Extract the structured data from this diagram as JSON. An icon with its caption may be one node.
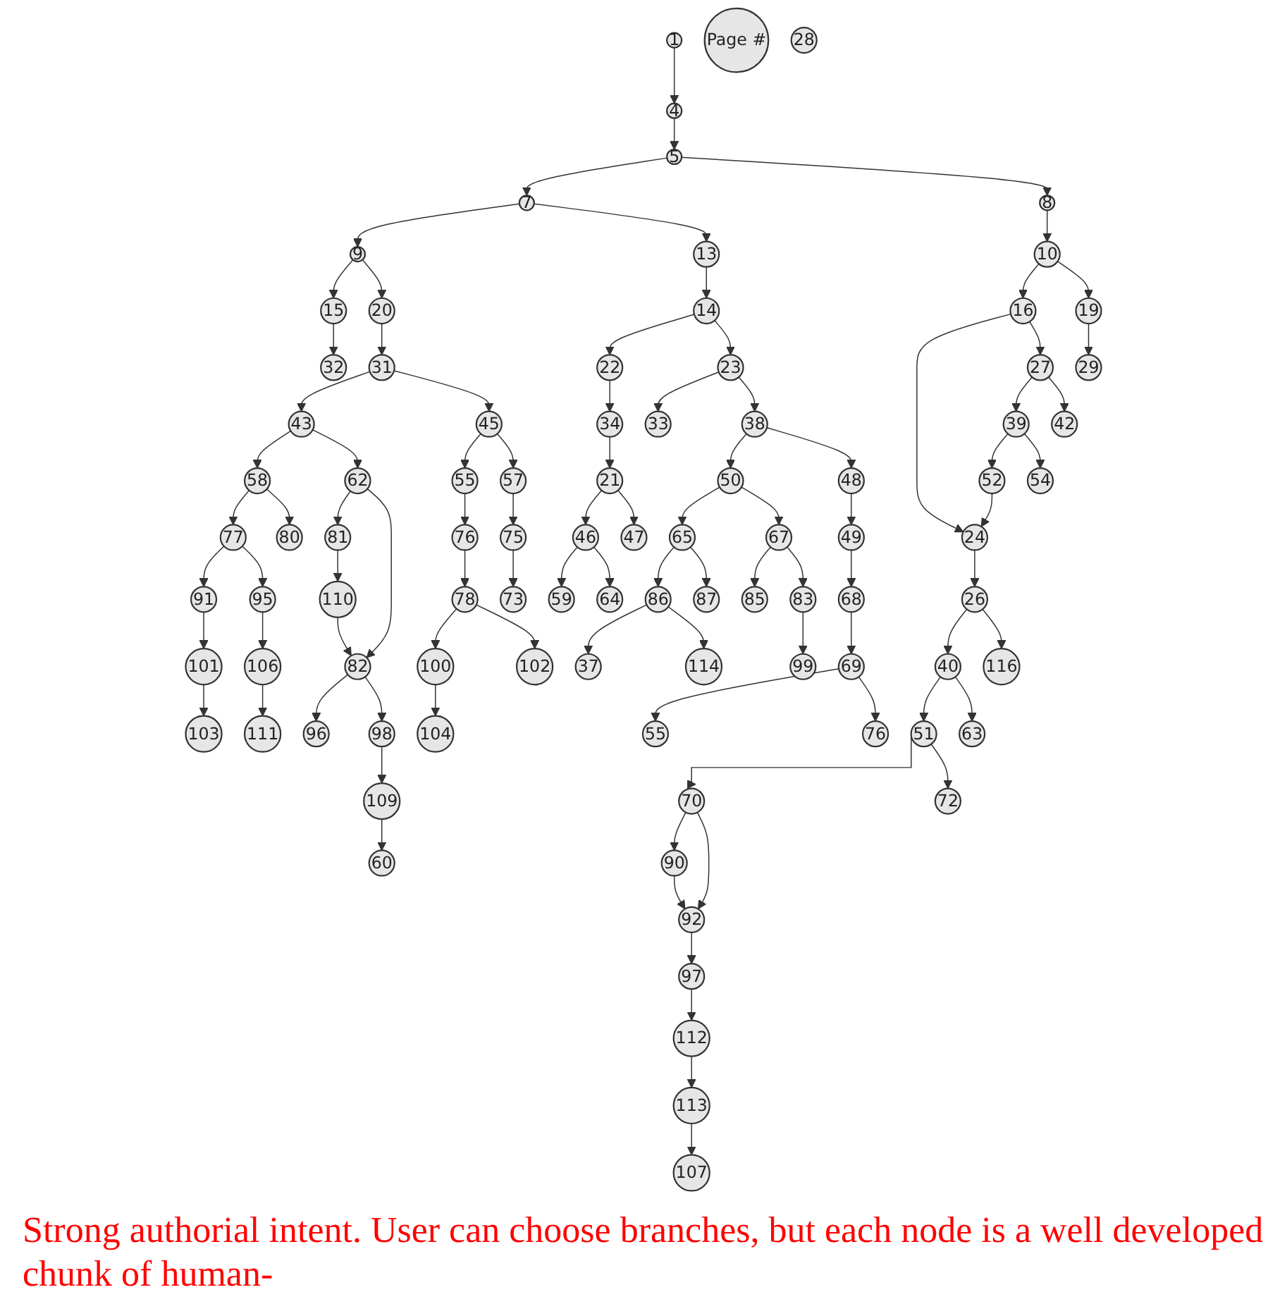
{
  "diagram": {
    "caption": "Strong authorial intent. User can choose branches, but each node is a well developed chunk of human-",
    "nodes": [
      {
        "text": [
          "1"
        ]
      },
      {
        "text": [
          "4"
        ]
      },
      {
        "text": [
          "5"
        ]
      },
      {
        "text": [
          "7"
        ]
      },
      {
        "text": [
          "8"
        ]
      },
      {
        "text": [
          "9"
        ]
      },
      {
        "text": [
          "13"
        ]
      },
      {
        "text": [
          "10"
        ]
      },
      {
        "text": [
          "15"
        ]
      },
      {
        "text": [
          "20"
        ]
      },
      {
        "text": [
          "14"
        ]
      },
      {
        "text": [
          "16"
        ]
      },
      {
        "text": [
          "19"
        ]
      },
      {
        "text": [
          "32"
        ]
      },
      {
        "text": [
          "31"
        ]
      },
      {
        "text": [
          "22"
        ]
      },
      {
        "text": [
          "23"
        ]
      },
      {
        "text": [
          "24"
        ]
      },
      {
        "text": [
          "27"
        ]
      },
      {
        "text": [
          "28"
        ]
      },
      {
        "text": [
          "29"
        ]
      },
      {
        "text": [
          "43"
        ]
      },
      {
        "text": [
          "45"
        ]
      },
      {
        "text": [
          "34"
        ]
      },
      {
        "text": [
          "33"
        ]
      },
      {
        "text": [
          "38"
        ]
      },
      {
        "text": [
          "26"
        ]
      },
      {
        "text": [
          "39"
        ]
      },
      {
        "text": [
          "42"
        ]
      },
      {
        "text": [
          "58"
        ]
      },
      {
        "text": [
          "62"
        ]
      },
      {
        "text": [
          "55"
        ]
      },
      {
        "text": [
          "57"
        ]
      },
      {
        "text": [
          "21"
        ]
      },
      {
        "text": [
          "50"
        ]
      },
      {
        "text": [
          "48"
        ]
      },
      {
        "text": [
          "40"
        ]
      },
      {
        "text": [
          "116"
        ]
      },
      {
        "text": [
          "52"
        ]
      },
      {
        "text": [
          "54"
        ]
      },
      {
        "text": [
          "77"
        ]
      },
      {
        "text": [
          "80"
        ]
      },
      {
        "text": [
          "81"
        ]
      },
      {
        "text": [
          "82"
        ]
      },
      {
        "text": [
          "76"
        ]
      },
      {
        "text": [
          "75"
        ]
      },
      {
        "text": [
          "46"
        ]
      },
      {
        "text": [
          "47"
        ]
      },
      {
        "text": [
          "65"
        ]
      },
      {
        "text": [
          "67"
        ]
      },
      {
        "text": [
          "49"
        ]
      },
      {
        "text": [
          "51"
        ]
      },
      {
        "text": [
          "63"
        ]
      },
      {
        "text": [
          "91"
        ]
      },
      {
        "text": [
          "95"
        ]
      },
      {
        "text": [
          "110"
        ]
      },
      {
        "text": [
          "96"
        ]
      },
      {
        "text": [
          "98"
        ]
      },
      {
        "text": [
          "78"
        ]
      },
      {
        "text": [
          "73"
        ]
      },
      {
        "text": [
          "59"
        ]
      },
      {
        "text": [
          "64"
        ]
      },
      {
        "text": [
          "86"
        ]
      },
      {
        "text": [
          "87"
        ]
      },
      {
        "text": [
          "85"
        ]
      },
      {
        "text": [
          "83"
        ]
      },
      {
        "text": [
          "68"
        ]
      },
      {
        "text": [
          "70"
        ]
      },
      {
        "text": [
          "72"
        ]
      },
      {
        "text": [
          "101"
        ]
      },
      {
        "text": [
          "106"
        ]
      },
      {
        "text": [
          "109"
        ]
      },
      {
        "text": [
          "100"
        ]
      },
      {
        "text": [
          "102"
        ]
      },
      {
        "text": [
          "37"
        ]
      },
      {
        "text": [
          "114"
        ]
      },
      {
        "text": [
          "99"
        ]
      },
      {
        "text": [
          "69"
        ]
      },
      {
        "text": [
          "90"
        ]
      },
      {
        "text": [
          "92"
        ]
      },
      {
        "text": [
          "103"
        ]
      },
      {
        "text": [
          "111"
        ]
      },
      {
        "text": [
          "60"
        ]
      },
      {
        "text": [
          "104"
        ]
      },
      {
        "text": [
          "55"
        ]
      },
      {
        "text": [
          "76"
        ]
      },
      {
        "text": [
          "97"
        ]
      },
      {
        "text": [
          "Page #"
        ]
      },
      {
        "text": [
          "112"
        ]
      },
      {
        "text": [
          "113"
        ]
      },
      {
        "text": [
          "107"
        ]
      }
    ],
    "edges": [
      {
        "from": 0,
        "to": 1,
        "arrow": "to"
      },
      {
        "from": 1,
        "to": 2,
        "arrow": "to"
      },
      {
        "from": 2,
        "to": 3,
        "arrow": "to"
      },
      {
        "from": 2,
        "to": 4,
        "arrow": "to"
      },
      {
        "from": 3,
        "to": 5,
        "arrow": "to"
      },
      {
        "from": 3,
        "to": 6,
        "arrow": "to"
      },
      {
        "from": 4,
        "to": 7,
        "arrow": "to"
      },
      {
        "from": 5,
        "to": 8,
        "arrow": "to"
      },
      {
        "from": 5,
        "to": 9,
        "arrow": "to"
      },
      {
        "from": 6,
        "to": 10,
        "arrow": "to"
      },
      {
        "from": 7,
        "to": 11,
        "arrow": "to"
      },
      {
        "from": 7,
        "to": 12,
        "arrow": "to"
      },
      {
        "from": 8,
        "to": 13,
        "arrow": "to"
      },
      {
        "from": 9,
        "to": 14,
        "arrow": "to"
      },
      {
        "from": 10,
        "to": 15,
        "arrow": "to"
      },
      {
        "from": 10,
        "to": 16,
        "arrow": "to"
      },
      {
        "from": 11,
        "to": 17,
        "arrow": "to"
      },
      {
        "from": 11,
        "to": 18,
        "arrow": "to"
      },
      {
        "from": 12,
        "to": 20,
        "arrow": "to"
      },
      {
        "from": 14,
        "to": 21,
        "arrow": "to"
      },
      {
        "from": 14,
        "to": 22,
        "arrow": "to"
      },
      {
        "from": 15,
        "to": 23,
        "arrow": "to"
      },
      {
        "from": 16,
        "to": 24,
        "arrow": "to"
      },
      {
        "from": 16,
        "to": 25,
        "arrow": "to"
      },
      {
        "from": 17,
        "to": 26,
        "arrow": "to"
      },
      {
        "from": 18,
        "to": 27,
        "arrow": "to"
      },
      {
        "from": 18,
        "to": 28,
        "arrow": "to"
      },
      {
        "from": 21,
        "to": 29,
        "arrow": "to"
      },
      {
        "from": 21,
        "to": 30,
        "arrow": "to"
      },
      {
        "from": 22,
        "to": 31,
        "arrow": "to"
      },
      {
        "from": 22,
        "to": 32,
        "arrow": "to"
      },
      {
        "from": 23,
        "to": 33,
        "arrow": "to"
      },
      {
        "from": 25,
        "to": 34,
        "arrow": "to"
      },
      {
        "from": 25,
        "to": 35,
        "arrow": "to"
      },
      {
        "from": 26,
        "to": 36,
        "arrow": "to"
      },
      {
        "from": 26,
        "to": 37,
        "arrow": "to"
      },
      {
        "from": 27,
        "to": 38,
        "arrow": "to"
      },
      {
        "from": 27,
        "to": 39,
        "arrow": "to"
      },
      {
        "from": 38,
        "to": 17,
        "arrow": "to"
      },
      {
        "from": 29,
        "to": 40,
        "arrow": "to"
      },
      {
        "from": 29,
        "to": 41,
        "arrow": "to"
      },
      {
        "from": 30,
        "to": 42,
        "arrow": "to"
      },
      {
        "from": 30,
        "to": 43,
        "arrow": "to"
      },
      {
        "from": 55,
        "to": 43,
        "arrow": "to"
      },
      {
        "from": 31,
        "to": 44,
        "arrow": "to"
      },
      {
        "from": 32,
        "to": 45,
        "arrow": "to"
      },
      {
        "from": 33,
        "to": 46,
        "arrow": "to"
      },
      {
        "from": 33,
        "to": 47,
        "arrow": "to"
      },
      {
        "from": 34,
        "to": 48,
        "arrow": "to"
      },
      {
        "from": 34,
        "to": 49,
        "arrow": "to"
      },
      {
        "from": 35,
        "to": 50,
        "arrow": "to"
      },
      {
        "from": 36,
        "to": 51,
        "arrow": "to"
      },
      {
        "from": 36,
        "to": 52,
        "arrow": "to"
      },
      {
        "from": 40,
        "to": 53,
        "arrow": "to"
      },
      {
        "from": 40,
        "to": 54,
        "arrow": "to"
      },
      {
        "from": 42,
        "to": 55,
        "arrow": "to"
      },
      {
        "from": 43,
        "to": 56,
        "arrow": "to"
      },
      {
        "from": 43,
        "to": 57,
        "arrow": "to"
      },
      {
        "from": 44,
        "to": 58,
        "arrow": "to"
      },
      {
        "from": 45,
        "to": 59,
        "arrow": "to"
      },
      {
        "from": 46,
        "to": 60,
        "arrow": "to"
      },
      {
        "from": 46,
        "to": 61,
        "arrow": "to"
      },
      {
        "from": 48,
        "to": 62,
        "arrow": "to"
      },
      {
        "from": 48,
        "to": 63,
        "arrow": "to"
      },
      {
        "from": 49,
        "to": 64,
        "arrow": "to"
      },
      {
        "from": 49,
        "to": 65,
        "arrow": "to"
      },
      {
        "from": 50,
        "to": 66,
        "arrow": "to"
      },
      {
        "from": 51,
        "to": 67,
        "arrow": "to"
      },
      {
        "from": 51,
        "to": 68,
        "arrow": "to"
      },
      {
        "from": 53,
        "to": 69,
        "arrow": "to"
      },
      {
        "from": 54,
        "to": 70,
        "arrow": "to"
      },
      {
        "from": 57,
        "to": 71,
        "arrow": "to"
      },
      {
        "from": 58,
        "to": 72,
        "arrow": "to"
      },
      {
        "from": 58,
        "to": 73,
        "arrow": "to"
      },
      {
        "from": 62,
        "to": 74,
        "arrow": "to"
      },
      {
        "from": 62,
        "to": 75,
        "arrow": "to"
      },
      {
        "from": 65,
        "to": 76,
        "arrow": "to"
      },
      {
        "from": 66,
        "to": 77,
        "arrow": "to"
      },
      {
        "from": 67,
        "to": 78,
        "arrow": "to"
      },
      {
        "from": 67,
        "to": 79,
        "arrow": "to"
      },
      {
        "from": 78,
        "to": 79,
        "arrow": "to"
      },
      {
        "from": 69,
        "to": 80,
        "arrow": "to"
      },
      {
        "from": 70,
        "to": 81,
        "arrow": "to"
      },
      {
        "from": 71,
        "to": 82,
        "arrow": "to"
      },
      {
        "from": 72,
        "to": 83,
        "arrow": "to"
      },
      {
        "from": 77,
        "to": 84,
        "arrow": "to"
      },
      {
        "from": 77,
        "to": 85,
        "arrow": "to"
      },
      {
        "from": 79,
        "to": 86,
        "arrow": "to"
      },
      {
        "from": 86,
        "to": 88,
        "arrow": "to"
      },
      {
        "from": 88,
        "to": 89,
        "arrow": "to"
      },
      {
        "from": 89,
        "to": 90,
        "arrow": "to"
      }
    ]
  }
}
